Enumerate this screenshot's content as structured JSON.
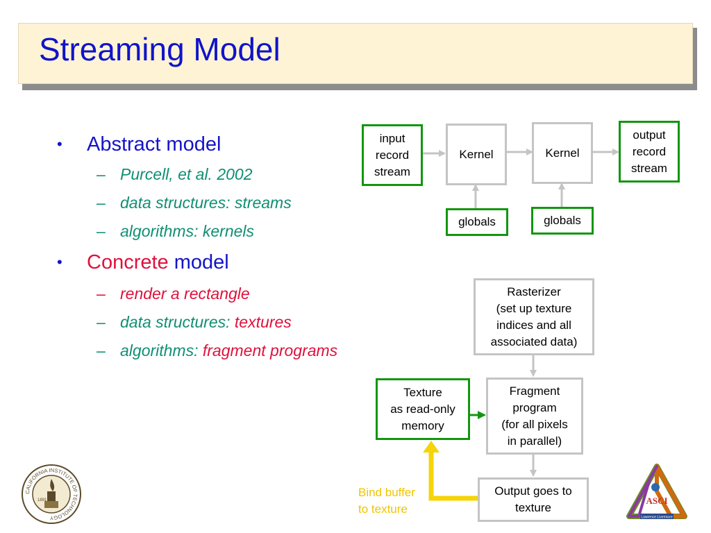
{
  "slide": {
    "title": "Streaming Model",
    "bullets": {
      "abstract": {
        "label": "Abstract model",
        "items": [
          "Purcell, et al. 2002",
          "data structures: streams",
          "algorithms: kernels"
        ]
      },
      "concrete": {
        "label_red": "Concrete",
        "label_blue": " model",
        "item1": "render a rectangle",
        "item2_prefix": "data structures: ",
        "item2_suffix": "textures",
        "item3_prefix": "algorithms: ",
        "item3_suffix": "fragment programs"
      },
      "dash": "–",
      "dot": "•"
    }
  },
  "diagram_top": {
    "input": "input\nrecord\nstream",
    "kernel1": "Kernel",
    "kernel2": "Kernel",
    "output": "output\nrecord\nstream",
    "globals1": "globals",
    "globals2": "globals"
  },
  "diagram_bottom": {
    "rasterizer": "Rasterizer\n(set up texture\nindices and all\nassociated data)",
    "texture": "Texture\nas read-only\nmemory",
    "fragment": "Fragment\nprogram\n(for all pixels\nin parallel)",
    "output": "Output goes to\ntexture",
    "bind_label": "Bind buffer\nto texture"
  },
  "logos": {
    "caltech_text": "CALIFORNIA INSTITUTE OF TECHNOLOGY",
    "caltech_year": "1891",
    "asci_text": "ASCI",
    "asci_sub": "Lawrence Livermore"
  },
  "colors": {
    "title": "#0f14c8",
    "accent_green": "#12960f",
    "accent_red": "#e0103c",
    "teal": "#0f8f73",
    "yellow": "#f0c400",
    "gray": "#c4c4c4"
  }
}
